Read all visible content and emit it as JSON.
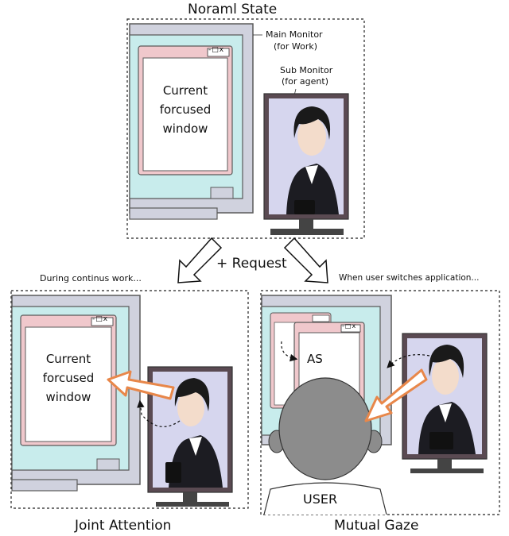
{
  "top_panel": {
    "title": "Noraml State",
    "main_monitor_label": [
      "Main Monitor",
      "(for Work)"
    ],
    "sub_monitor_label": [
      "Sub Monitor",
      "(for agent)"
    ],
    "window_text": [
      "Current",
      "forcused",
      "window"
    ],
    "window_buttons": "-□x"
  },
  "transition": {
    "label": "+ Request"
  },
  "left_panel": {
    "caption": "During continus work...",
    "title": "Joint Attention",
    "window_text": [
      "Current",
      "forcused",
      "window"
    ],
    "window_buttons": "-□x"
  },
  "right_panel": {
    "caption": "When user switches application...",
    "title": "Mutual Gaze",
    "window_label": "AS",
    "user_label": "USER",
    "window_buttons": "-□x"
  },
  "colors": {
    "monitor_body": "#d0d2de",
    "monitor_edge": "#5a5a5a",
    "screen": "#c8ecec",
    "window_title": "#f0c8cc",
    "sub_screen": "#d6d6ee",
    "sub_frame": "#5a4a52",
    "arrow_orange": "#e8874a",
    "head": "#8c8c8c"
  }
}
